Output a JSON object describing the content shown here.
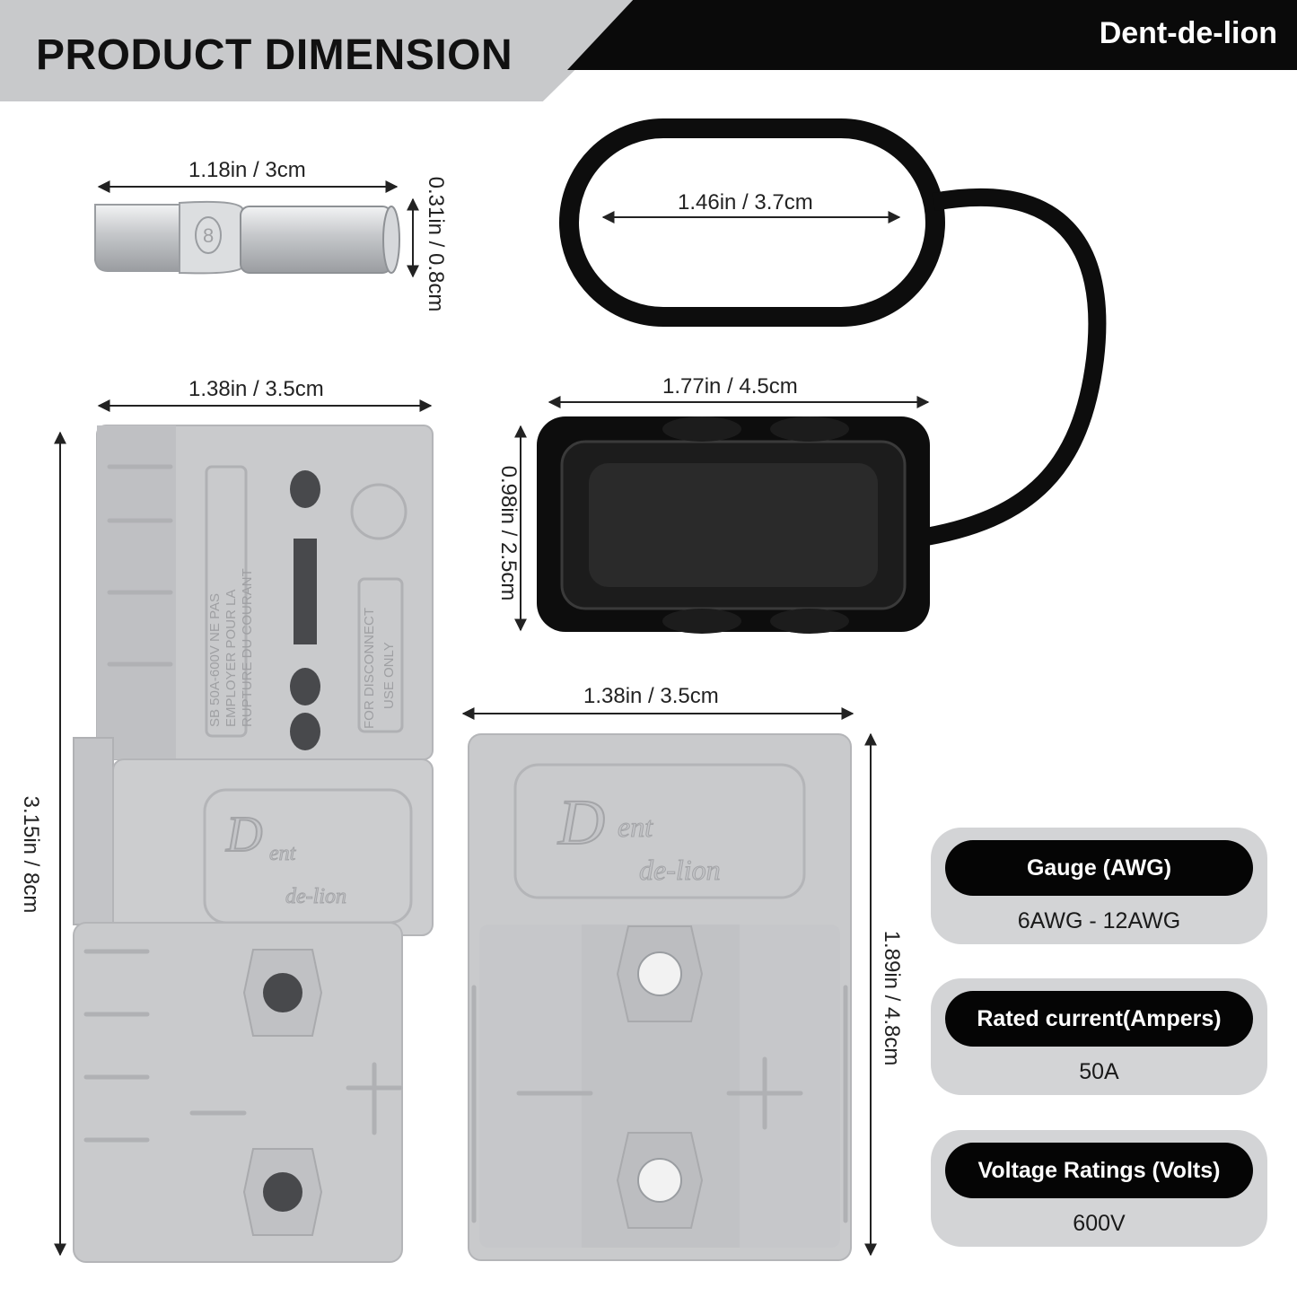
{
  "header": {
    "title": "PRODUCT DIMENSION",
    "brand": "Dent-de-lion"
  },
  "dimensions": {
    "terminal_length": "1.18in / 3cm",
    "terminal_height": "0.31in / 0.8cm",
    "loop_width": "1.46in / 3.7cm",
    "cover_width": "1.77in / 4.5cm",
    "cover_height": "0.98in / 2.5cm",
    "pair_width": "1.38in / 3.5cm",
    "pair_height": "3.15in / 8cm",
    "single_width": "1.38in / 3.5cm",
    "single_height": "1.89in / 4.8cm"
  },
  "specs": [
    {
      "label": "Gauge (AWG)",
      "value": "6AWG - 12AWG"
    },
    {
      "label": "Rated current(Ampers)",
      "value": "50A"
    },
    {
      "label": "Voltage Ratings (Volts)",
      "value": "600V"
    }
  ],
  "housing_text": {
    "rating_text": [
      "SB 50A-600V NE PAS",
      "EMPLOYER POUR LA",
      "RUPTURE DU COURANT"
    ],
    "disconnect_text": [
      "FOR DISCONNECT",
      "USE ONLY"
    ],
    "terminal_mark": "8"
  },
  "colors": {
    "housing": "#c9cacc",
    "housing_shadow": "#b4b5b8",
    "cover": "#0d0d0d",
    "banner_grey": "#c8c9cb",
    "banner_black": "#0a0a0a",
    "pill": "#050505",
    "card": "#d3d4d6"
  }
}
